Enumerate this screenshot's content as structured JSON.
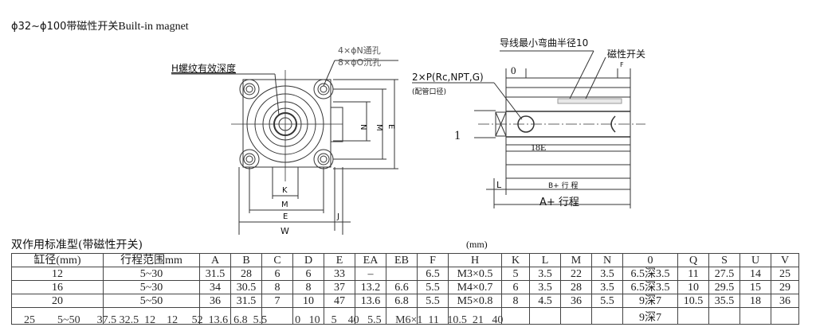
{
  "header": {
    "title_cn": "ϕ32~ϕ100带磁性开关",
    "title_en": "Built-in magnet"
  },
  "front_view": {
    "thread_depth_label": "H螺纹有效深度",
    "hole_label_1": "4×ϕN通孔",
    "hole_label_2": "8×ϕO沉孔",
    "dim_labels": {
      "N": "N",
      "M_vertical": "M",
      "E_vertical": "E",
      "K": "K",
      "M": "M",
      "E": "E",
      "W": "W",
      "J": "J"
    }
  },
  "side_view": {
    "bend_radius_label": "导线最小弯曲半径10",
    "switch_label": "磁性开关",
    "port_label": "2×P(Rc,NPT,G)",
    "port_sub_label": "(配管口径)",
    "dim_O": "0",
    "dim_F": "F",
    "dim_1": "1",
    "dim_18E": "18E",
    "dim_L": "L",
    "dim_B": "B+ 行 程",
    "dim_A": "A+ 行程"
  },
  "table": {
    "section_title": "双作用标准型(带磁性开关)",
    "unit": "(mm)",
    "headers": [
      "缸径(mm)",
      "行程范围mm",
      "A",
      "B",
      "C",
      "D",
      "E",
      "EA",
      "EB",
      "F",
      "H",
      "K",
      "L",
      "M",
      "N",
      "0",
      "Q",
      "S",
      "U",
      "V"
    ],
    "rows": [
      [
        "12",
        "5~30",
        "31.5",
        "28",
        "6",
        "6",
        "33",
        "–",
        "",
        "6.5",
        "M3×0.5",
        "5",
        "3.5",
        "22",
        "3.5",
        "6.5深3.5",
        "11",
        "27.5",
        "14",
        "25"
      ],
      [
        "16",
        "5~30",
        "34",
        "30.5",
        "8",
        "8",
        "37",
        "13.2",
        "6.6",
        "5.5",
        "M4×0.7",
        "6",
        "3.5",
        "28",
        "3.5",
        "6.5深3.5",
        "10",
        "29.5",
        "15",
        "29"
      ],
      [
        "20",
        "5~50",
        "36",
        "31.5",
        "7",
        "10",
        "47",
        "13.6",
        "6.8",
        "5.5",
        "M5×0.8",
        "8",
        "4.5",
        "36",
        "5.5",
        "9深7",
        "10.5",
        "35.5",
        "18",
        "36"
      ],
      [
        "",
        "",
        "",
        "",
        "",
        "",
        "",
        "",
        "",
        "",
        "",
        "",
        "",
        "",
        "",
        "9深7",
        "",
        "",
        "",
        ""
      ]
    ],
    "misaligned_last_row": "25        5~50      37.5 32.5  12    12     52  13.6  6.8  5.5          0   10    5    40   5.5     M6×1  11   10.5  21   40"
  }
}
